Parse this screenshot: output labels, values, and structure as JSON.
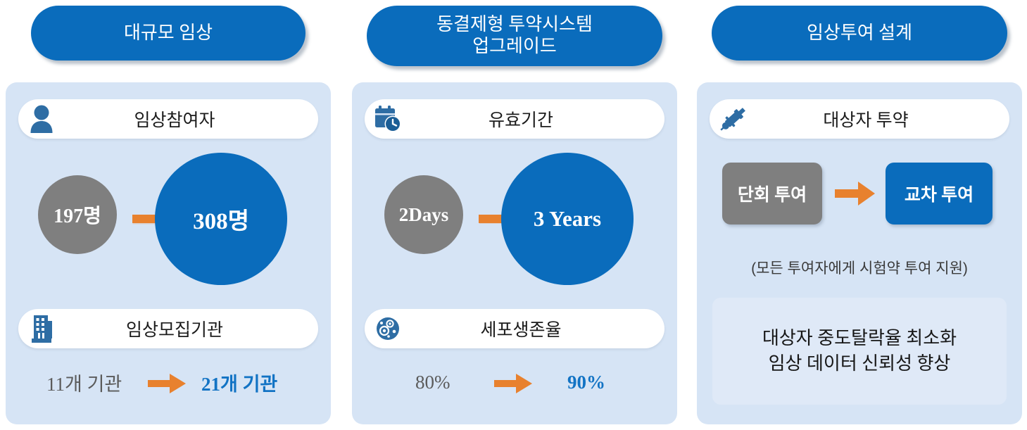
{
  "theme": {
    "brand_blue": "#0A6CBC",
    "panel_bg": "#D6E4F5",
    "gray": "#7F7F7F",
    "orange": "#E8812E",
    "accent_text_blue": "#1273C4"
  },
  "columns": [
    {
      "header": {
        "lines": [
          "대규모 임상"
        ]
      },
      "top_label": {
        "icon": "person-icon",
        "text": "임상참여자"
      },
      "comparison": {
        "before": {
          "value": "197명"
        },
        "after": {
          "value": "308명"
        },
        "arrow_icon": "orange-arrow-icon"
      },
      "bottom_label": {
        "icon": "hospital-building-icon",
        "text": "임상모집기관"
      },
      "bottom_stat": {
        "before": "11개 기관",
        "after": "21개 기관",
        "arrow_icon": "orange-arrow-icon"
      }
    },
    {
      "header": {
        "lines": [
          "동결제형 투약시스템",
          "업그레이드"
        ]
      },
      "top_label": {
        "icon": "calendar-clock-icon",
        "text": "유효기간"
      },
      "comparison": {
        "before": {
          "value": "2Days"
        },
        "after": {
          "value": "3 Years"
        },
        "arrow_icon": "orange-arrow-icon"
      },
      "bottom_label": {
        "icon": "cell-culture-icon",
        "text": "세포생존율"
      },
      "bottom_stat": {
        "before": "80%",
        "after": "90%",
        "arrow_icon": "orange-arrow-icon"
      }
    },
    {
      "header": {
        "lines": [
          "임상투여 설계"
        ]
      },
      "top_label": {
        "icon": "syringe-icon",
        "text": "대상자 투약"
      },
      "boxes": {
        "before": "단회 투여",
        "after": "교차 투여",
        "arrow_icon": "orange-arrow-icon"
      },
      "caption": "(모든 투여자에게 시험약 투여 지원)",
      "summary": {
        "lines": [
          "대상자 중도탈락율 최소화",
          "임상 데이터 신뢰성 향상"
        ]
      }
    }
  ]
}
